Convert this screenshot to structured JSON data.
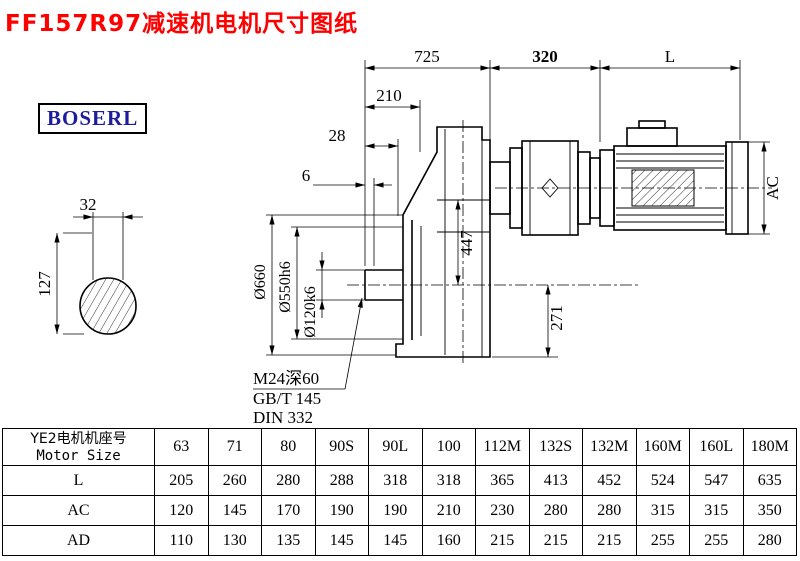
{
  "page": {
    "title": "FF157R97减速机电机尺寸图纸",
    "brand": "BOSERL"
  },
  "colors": {
    "title_red": "#fe0000",
    "brand_blue": "#1c1c9c"
  },
  "dims": {
    "total": "725",
    "block": "320",
    "L": "L",
    "d210": "210",
    "d28": "28",
    "d6": "6",
    "d32": "32",
    "d127": "127",
    "d447": "447",
    "d271": "271",
    "flange_od": "Ø660",
    "spigot": "Ø550h6",
    "shaft": "Ø120k6",
    "ac": "AC",
    "tap": "M24深60",
    "gb": "GB/T 145",
    "din": "DIN 332"
  },
  "table": {
    "header_cn": "YE2电机机座号",
    "header_en": "Motor Size",
    "columns": [
      "63",
      "71",
      "80",
      "90S",
      "90L",
      "100",
      "112M",
      "132S",
      "132M",
      "160M",
      "160L",
      "180M"
    ],
    "rows": [
      {
        "label": "L",
        "values": [
          "205",
          "260",
          "280",
          "288",
          "318",
          "318",
          "365",
          "413",
          "452",
          "524",
          "547",
          "635"
        ]
      },
      {
        "label": "AC",
        "values": [
          "120",
          "145",
          "170",
          "190",
          "190",
          "210",
          "230",
          "280",
          "280",
          "315",
          "315",
          "350"
        ]
      },
      {
        "label": "AD",
        "values": [
          "110",
          "130",
          "135",
          "145",
          "145",
          "160",
          "215",
          "215",
          "215",
          "255",
          "255",
          "280"
        ]
      }
    ]
  }
}
